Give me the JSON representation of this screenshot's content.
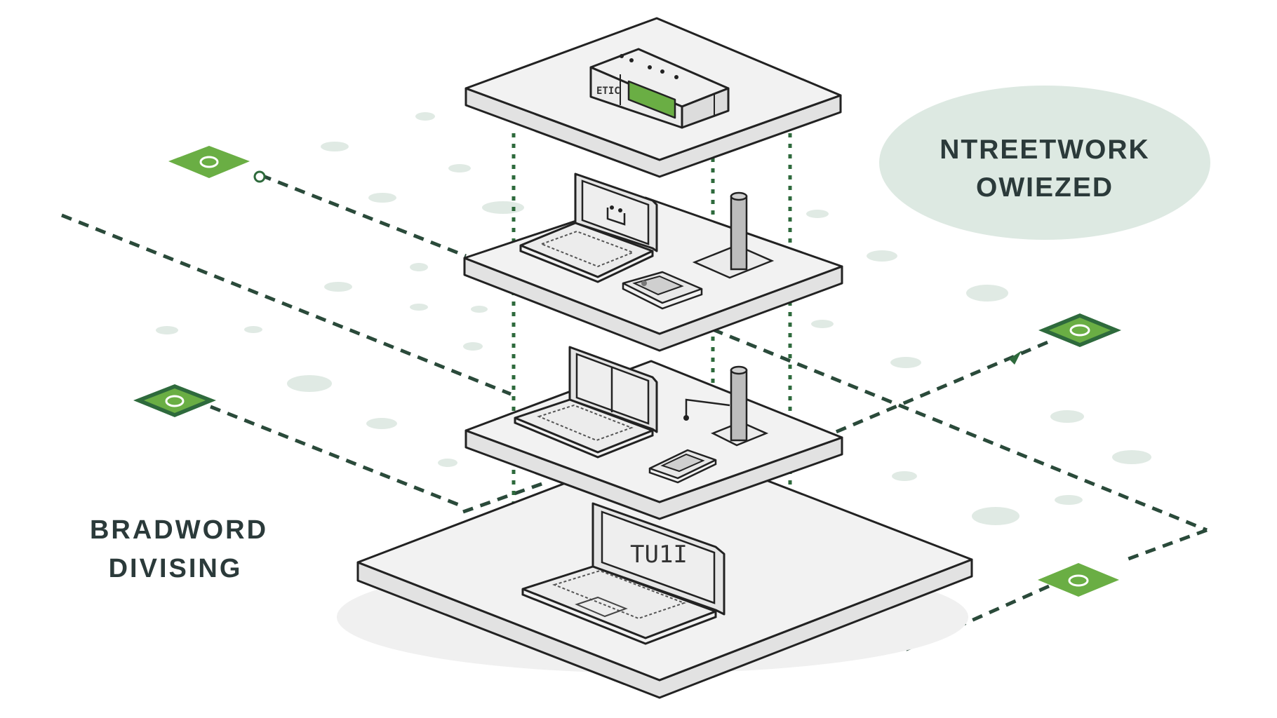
{
  "callout": {
    "line1": "NTREETWORK",
    "line2": "OWIEZED"
  },
  "side_label": {
    "line1": "BRADWORD",
    "line2": "DIVISING"
  },
  "devices": {
    "router_label": "ETIC",
    "bottom_laptop_screen": "TU1I"
  },
  "colors": {
    "accent_green": "#6aae44",
    "dark_green": "#2e6a3c",
    "connector_dark": "#2a4a3a",
    "platform_fill": "#f1f1f1",
    "platform_side": "#e4e4e4",
    "bubble_fill": "#dde9e2",
    "dot_fill": "#dfe9e3"
  },
  "icons": {
    "node_marker": "diamond-node-icon",
    "laptop": "laptop-icon",
    "router": "router-icon",
    "antenna": "antenna-icon",
    "phone": "phone-icon"
  }
}
